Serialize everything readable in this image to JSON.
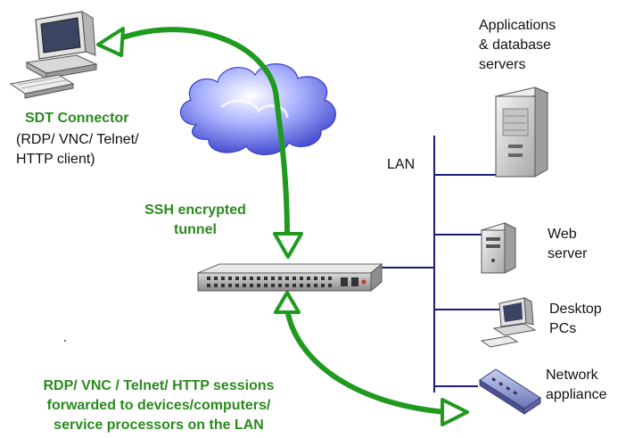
{
  "labels": {
    "sdt_connector": "SDT Connector",
    "client_line1": "(RDP/ VNC/ Telnet/",
    "client_line2": "HTTP client)",
    "ssh_line1": "SSH encrypted",
    "ssh_line2": "tunnel",
    "lan": "LAN",
    "app_line1": "Applications",
    "app_line2": "& database",
    "app_line3": "servers",
    "web_line1": "Web",
    "web_line2": "server",
    "desktop_line1": "Desktop",
    "desktop_line2": "PCs",
    "network_line1": "Network",
    "network_line2": "appliance",
    "sessions_line1": "RDP/ VNC / Telnet/ HTTP sessions",
    "sessions_line2": "forwarded to devices/computers/",
    "sessions_line3": "service processors on the LAN"
  },
  "colors": {
    "arrow_green": "#1f9a1f",
    "label_green": "#2a8a1e",
    "lan_line": "#1c1c7a",
    "cloud_blue": "#5566dd"
  },
  "icons": [
    "client-computer-icon",
    "cloud-icon",
    "console-switch-icon",
    "server-tower-icon",
    "web-server-icon",
    "desktop-pc-icon",
    "network-appliance-icon"
  ]
}
